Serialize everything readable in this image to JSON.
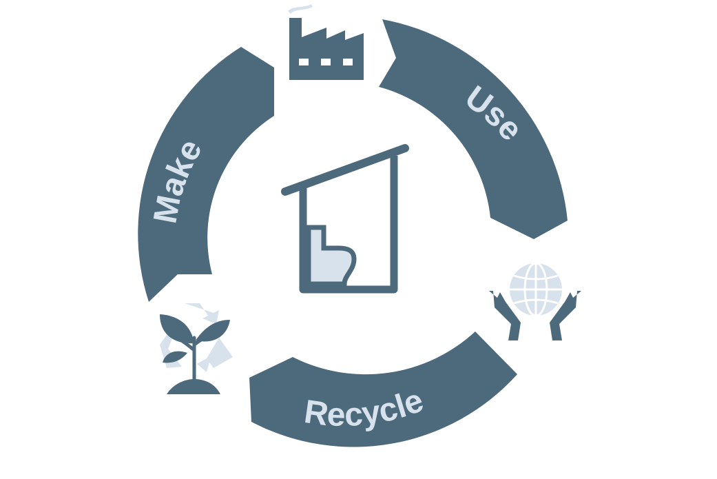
{
  "colors": {
    "segment": "#4d6a7d",
    "label": "#d7e2ec",
    "icon_dark": "#4d6a7d",
    "icon_light": "#d7e2ec",
    "background": "#ffffff"
  },
  "cycle": {
    "stages": [
      {
        "label": "Make",
        "icon": "factory-icon"
      },
      {
        "label": "Use",
        "icon": "globe-in-hands-icon"
      },
      {
        "label": "Recycle",
        "icon": "plant-recycle-icon"
      }
    ],
    "center_icon": "shed-with-bin-icon"
  }
}
